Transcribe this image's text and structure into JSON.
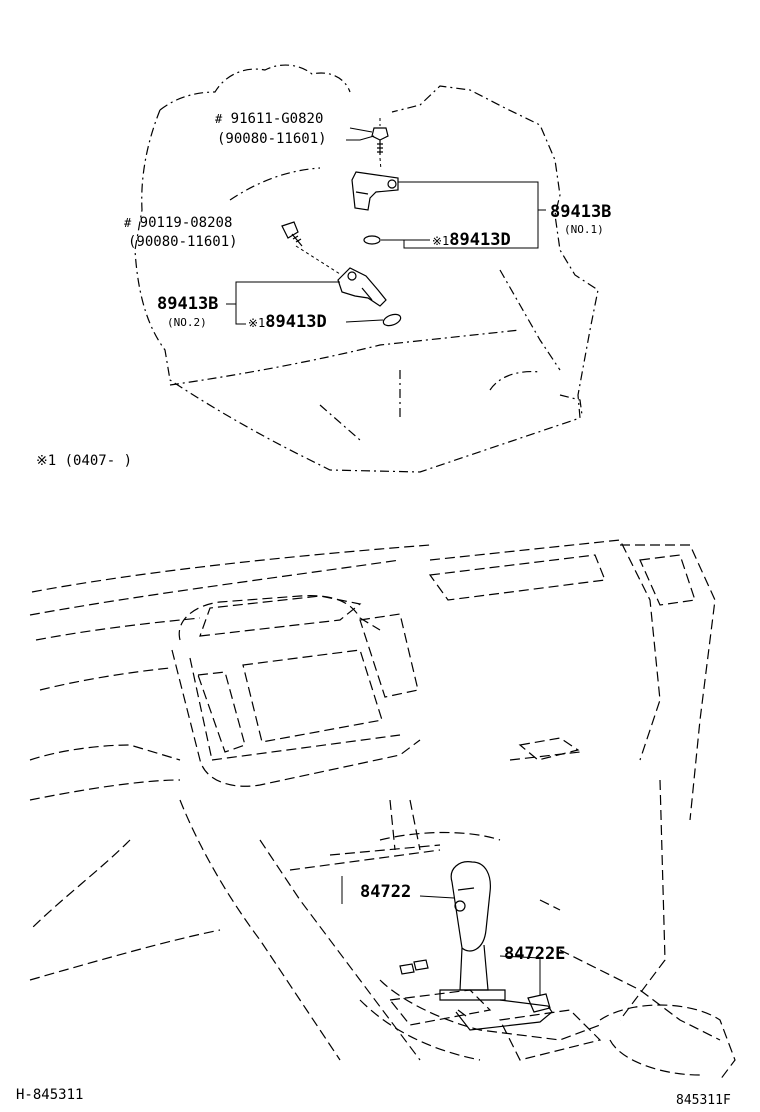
{
  "callouts": {
    "bolt_1": {
      "prefix": "#",
      "part": "91611-G0820",
      "alt": "(90080-11601)"
    },
    "bolt_2": {
      "prefix": "#",
      "part": "90119-08208",
      "alt": "(90080-11601)"
    },
    "sensor_no1": {
      "part": "89413B",
      "sub": "(NO.1)"
    },
    "oring_1": {
      "mark": "※1",
      "part": "89413D"
    },
    "sensor_no2": {
      "part": "89413B",
      "sub": "(NO.2)"
    },
    "oring_2": {
      "mark": "※1",
      "part": "89413D"
    },
    "shift_knob": {
      "part": "84722"
    },
    "shift_plate": {
      "part": "84722E"
    }
  },
  "footnote": "※1 (0407-     )",
  "codes": {
    "left": "H-845311",
    "right": "845311F"
  }
}
